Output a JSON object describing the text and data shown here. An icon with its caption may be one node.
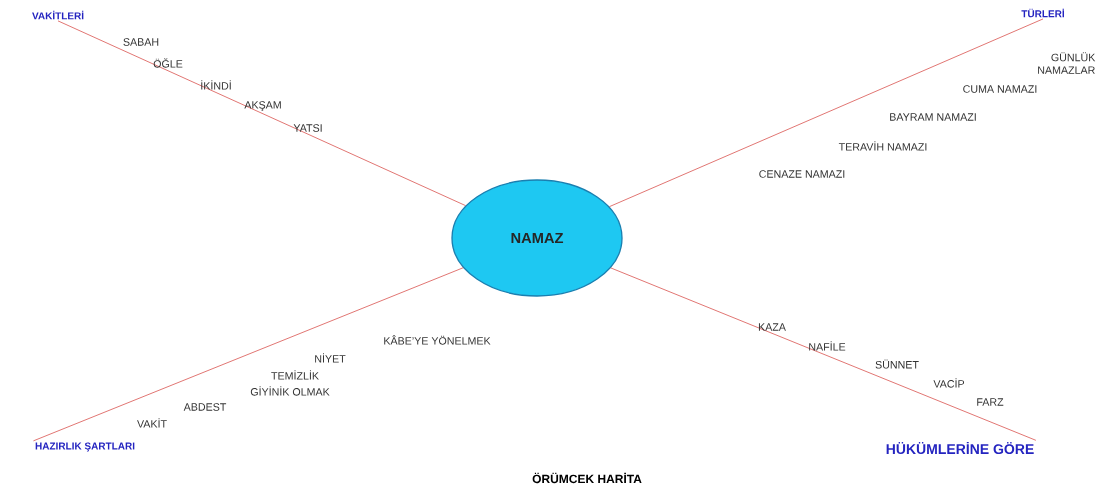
{
  "diagram": {
    "caption": "ÖRÜMCEK HARİTA",
    "nodes": [
      {
        "text": [
          "NAMAZ"
        ]
      },
      {
        "text": [
          "VAKİTLERİ"
        ]
      },
      {
        "text": [
          "TÜRLERİ"
        ]
      },
      {
        "text": [
          "HAZIRLIK ŞARTLARI"
        ]
      },
      {
        "text": [
          "HÜKÜMLERİNE GÖRE"
        ]
      }
    ],
    "edges": [
      {
        "from": 0,
        "to": 1,
        "arrow": "none"
      },
      {
        "from": 0,
        "to": 2,
        "arrow": "none"
      },
      {
        "from": 0,
        "to": 3,
        "arrow": "none"
      },
      {
        "from": 0,
        "to": 4,
        "arrow": "none"
      }
    ],
    "labels": [
      "SABAH",
      "ÖĞLE",
      "İKİNDİ",
      "AKŞAM",
      "YATSI",
      "GÜNLÜK NAMAZLAR",
      "CUMA NAMAZI",
      "BAYRAM NAMAZI",
      "TERAVİH NAMAZI",
      "CENAZE NAMAZI",
      "KÂBE’YE YÖNELMEK",
      "NİYET",
      "TEMİZLİK",
      "GİYİNİK OLMAK",
      "ABDEST",
      "VAKİT",
      "KAZA",
      "NAFİLE",
      "SÜNNET",
      "VACİP",
      "FARZ"
    ]
  }
}
